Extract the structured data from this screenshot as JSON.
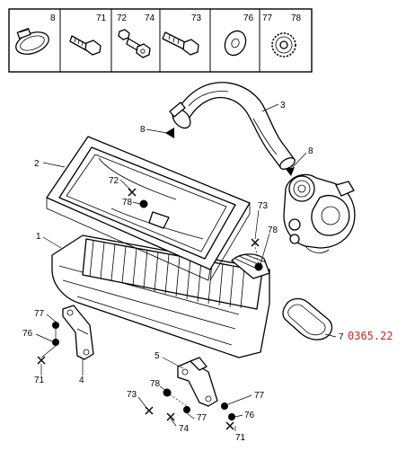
{
  "diagram": {
    "reference_code": "0365.22",
    "reference_color": "#cc2222",
    "hardware_strip": [
      {
        "number": "8",
        "icon": "hose-clamp-icon"
      },
      {
        "number": "71",
        "icon": "bolt-icon"
      },
      {
        "number": "72",
        "icon": "stud-icon"
      },
      {
        "number": "74",
        "icon": "nut-icon"
      },
      {
        "number": "73",
        "icon": "bolt-icon"
      },
      {
        "number": "76",
        "icon": "washer-icon"
      },
      {
        "number": "77",
        "icon": "serrated-washer-icon"
      },
      {
        "number": "78",
        "icon": "serrated-washer-icon"
      }
    ],
    "callouts": {
      "c3": "3",
      "c8a": "8",
      "c8b": "8",
      "c2": "2",
      "c72": "72",
      "c78a": "78",
      "c73a": "73",
      "c78b": "78",
      "c1": "1",
      "c7": "7",
      "c77a": "77",
      "c76a": "76",
      "c71a": "71",
      "c4": "4",
      "c5": "5",
      "c73b": "73",
      "c78c": "78",
      "c77b": "77",
      "c77c": "77",
      "c76b": "76",
      "c74": "74",
      "c71b": "71"
    }
  }
}
